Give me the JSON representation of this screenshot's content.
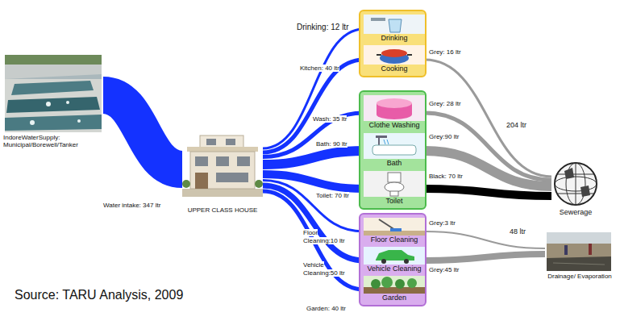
{
  "diagram": {
    "caption": "Source: TARU Analysis, 2009",
    "nodes": [
      {
        "text": [
          "IndoreWaterSupply: Municipal/Borewell/Tanker"
        ]
      },
      {
        "text": [
          "UPPER CLASS HOUSE"
        ]
      },
      {
        "text": []
      },
      {
        "text": [
          "Drinking"
        ],
        "in": 2
      },
      {
        "text": [
          "Cooking"
        ],
        "in": 2
      },
      {
        "text": []
      },
      {
        "text": [
          "Clothe Washing"
        ],
        "in": 5
      },
      {
        "text": [
          "Bath"
        ],
        "in": 5
      },
      {
        "text": [
          "Toilet"
        ],
        "in": 5
      },
      {
        "text": []
      },
      {
        "text": [
          "Floor Cleaning"
        ],
        "in": 9
      },
      {
        "text": [
          "Vehicle Cleaning"
        ],
        "in": 9
      },
      {
        "text": [
          "Garden"
        ],
        "in": 9
      },
      {
        "text": [
          "Sewerage"
        ]
      },
      {
        "text": [
          "Drainage/ Evaporation"
        ]
      }
    ],
    "edges": [
      {
        "from": 0,
        "to": 1,
        "arrow": "none",
        "label": "Water intake: 347 ltr"
      },
      {
        "from": 1,
        "to": 3,
        "arrow": "none",
        "label": "Drinking: 12 ltr"
      },
      {
        "from": 1,
        "to": 4,
        "arrow": "none",
        "label": "Kitchen: 40 ltr"
      },
      {
        "from": 1,
        "to": 6,
        "arrow": "none",
        "label": "Wash: 35 ltr"
      },
      {
        "from": 1,
        "to": 7,
        "arrow": "none",
        "label": "Bath: 90 ltr"
      },
      {
        "from": 1,
        "to": 8,
        "arrow": "none",
        "label": "Toilet: 70 ltr"
      },
      {
        "from": 1,
        "to": 10,
        "arrow": "none",
        "label": "Floor Cleaning:10 ltr"
      },
      {
        "from": 1,
        "to": 11,
        "arrow": "none",
        "label": "Vehicle Cleaning:50 ltr"
      },
      {
        "from": 1,
        "to": 12,
        "arrow": "none",
        "label": "Garden: 40 ltr"
      },
      {
        "from": 4,
        "to": 13,
        "arrow": "none",
        "label": "Grey: 16 ltr"
      },
      {
        "from": 6,
        "to": 13,
        "arrow": "none",
        "label": "Grey: 28 ltr"
      },
      {
        "from": 7,
        "to": 13,
        "arrow": "none",
        "label": "Grey:90 ltr"
      },
      {
        "from": 8,
        "to": 13,
        "arrow": "none",
        "label": "Black: 70 ltr"
      },
      {
        "from": 10,
        "to": 14,
        "arrow": "none",
        "label": "Grey:3 ltr"
      },
      {
        "from": 11,
        "to": 14,
        "arrow": "none",
        "label": "Grey:45 ltr"
      }
    ],
    "labels": [
      "204 ltr",
      "48 ltr"
    ]
  }
}
